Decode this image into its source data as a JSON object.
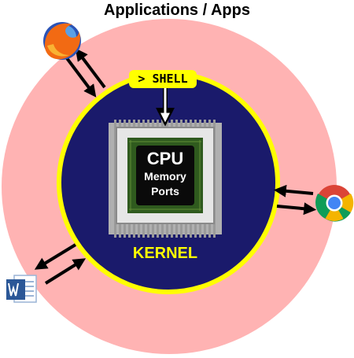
{
  "title": "Applications / Apps",
  "shell": {
    "label": "> SHELL"
  },
  "cpu": {
    "line1": "CPU",
    "line2": "Memory",
    "line3": "Ports"
  },
  "kernel": {
    "label": "KERNEL"
  },
  "apps": [
    {
      "name": "firefox-icon"
    },
    {
      "name": "chrome-icon"
    },
    {
      "name": "word-icon"
    }
  ],
  "colors": {
    "outer_ring": "#ffb3b3",
    "kernel_fill": "#1a1a6b",
    "kernel_border": "#ffff00",
    "label_yellow": "#ffff00",
    "chip_green": "#2f5a1e",
    "chip_core": "#0a0a0a"
  }
}
